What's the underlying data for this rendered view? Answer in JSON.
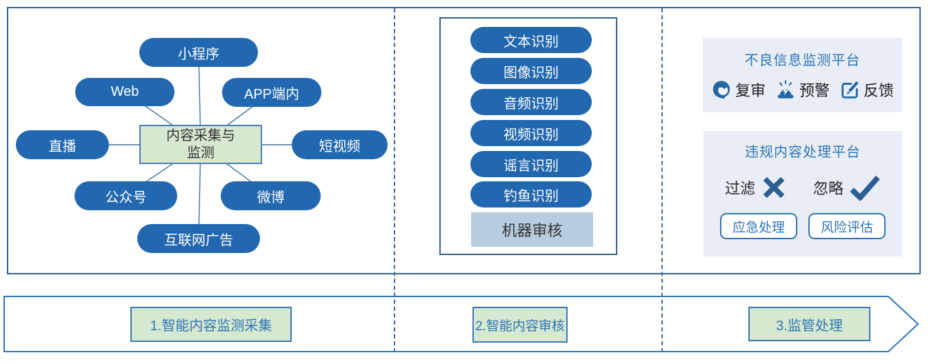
{
  "colors": {
    "pill_blue": "#2268B0",
    "panel_bg": "#E9EEF6",
    "green_bg": "#D6E8D0",
    "machine_bg": "#B7CCDF",
    "blue_text": "#2E75B6",
    "mark_blue": "#2C5F94",
    "outer_border": "#2F608F",
    "icon_blue": "#2166A5"
  },
  "left": {
    "hub": {
      "line1": "内容采集与",
      "line2": "监测"
    },
    "spokes": [
      {
        "label": "小程序"
      },
      {
        "label": "Web"
      },
      {
        "label": "APP端内"
      },
      {
        "label": "直播"
      },
      {
        "label": "短视频"
      },
      {
        "label": "公众号"
      },
      {
        "label": "微博"
      },
      {
        "label": "互联网广告"
      }
    ]
  },
  "middle": {
    "items": [
      {
        "label": "文本识别"
      },
      {
        "label": "图像识别"
      },
      {
        "label": "音频识别"
      },
      {
        "label": "视频识别"
      },
      {
        "label": "谣言识别"
      },
      {
        "label": "钓鱼识别"
      }
    ],
    "footer": "机器审核"
  },
  "right": {
    "panel1": {
      "title": "不良信息监测平台",
      "actions": [
        {
          "icon": "agent-headset-icon",
          "label": "复审"
        },
        {
          "icon": "alarm-siren-icon",
          "label": "预警"
        },
        {
          "icon": "edit-pen-icon",
          "label": "反馈"
        }
      ]
    },
    "panel2": {
      "title": "违规内容处理平台",
      "options": [
        {
          "icon": "x-mark-icon",
          "label": "过滤"
        },
        {
          "icon": "check-mark-icon",
          "label": "忽略"
        }
      ],
      "buttons": [
        {
          "label": "应急处理"
        },
        {
          "label": "风险评估"
        }
      ]
    }
  },
  "band": {
    "steps": [
      {
        "label": "1.智能内容监测采集"
      },
      {
        "label": "2.智能内容审核"
      },
      {
        "label": "3.监管处理"
      }
    ]
  }
}
